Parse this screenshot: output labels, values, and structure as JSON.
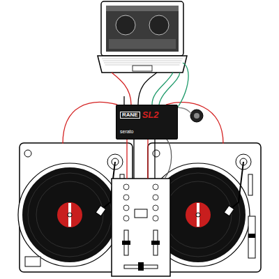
{
  "diagram": {
    "nodes": [
      {
        "text": [
          "RANE",
          "SL2",
          "serato"
        ]
      }
    ]
  }
}
